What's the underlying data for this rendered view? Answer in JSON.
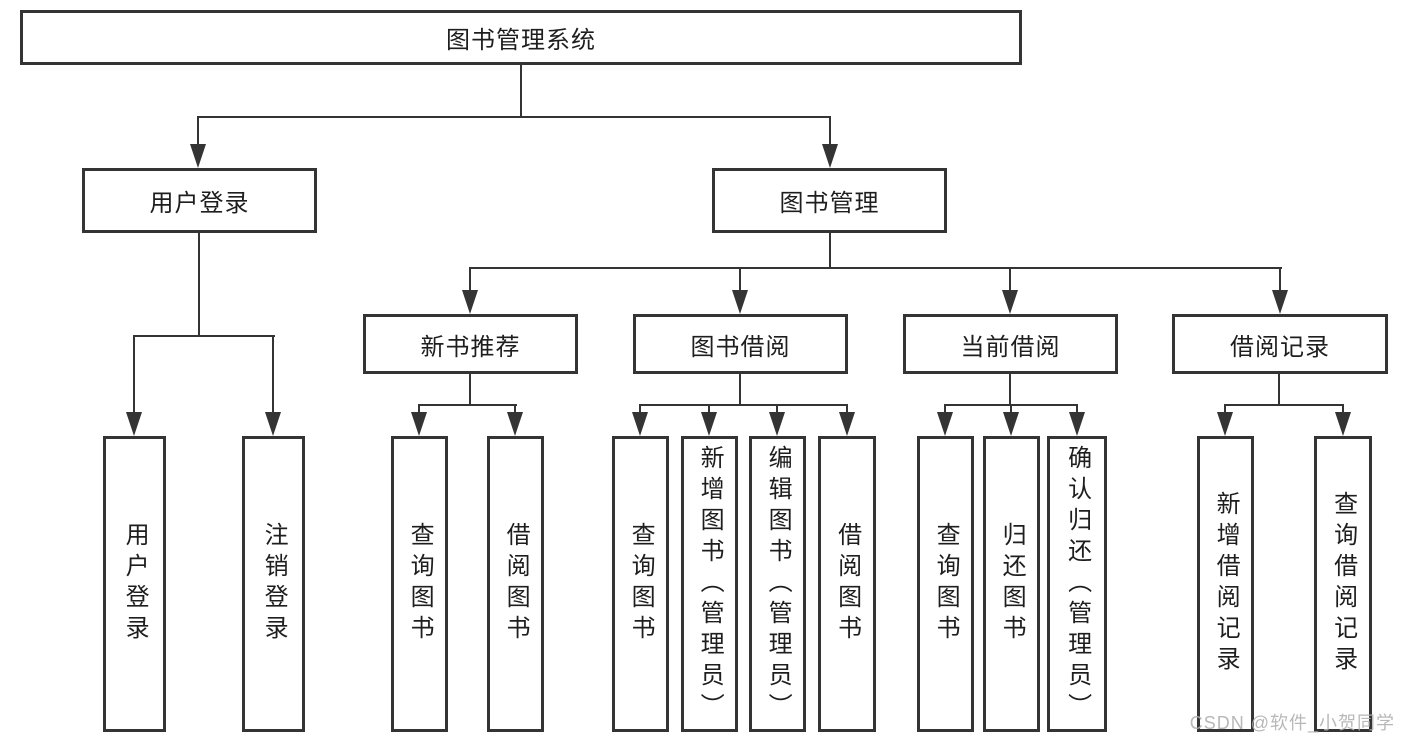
{
  "diagram_type": "hierarchy-tree",
  "tree": {
    "label": "图书管理系统",
    "children": [
      {
        "label": "用户登录",
        "children": [
          {
            "label": "用户登录"
          },
          {
            "label": "注销登录"
          }
        ]
      },
      {
        "label": "图书管理",
        "children": [
          {
            "label": "新书推荐",
            "children": [
              {
                "label": "查询图书"
              },
              {
                "label": "借阅图书"
              }
            ]
          },
          {
            "label": "图书借阅",
            "children": [
              {
                "label": "查询图书"
              },
              {
                "label": "新增图书（管理员）"
              },
              {
                "label": "编辑图书（管理员）"
              },
              {
                "label": "借阅图书"
              }
            ]
          },
          {
            "label": "当前借阅",
            "children": [
              {
                "label": "查询图书"
              },
              {
                "label": "归还图书"
              },
              {
                "label": "确认归还（管理员）"
              }
            ]
          },
          {
            "label": "借阅记录",
            "children": [
              {
                "label": "新增借阅记录"
              },
              {
                "label": "查询借阅记录"
              }
            ]
          }
        ]
      }
    ]
  },
  "watermark": {
    "text": "CSDN @软件_小贺同学"
  },
  "colors": {
    "background": "#ffffff",
    "line": "#343434",
    "box_border": "#343434",
    "text": "#1e1e1e",
    "watermark": "#b3b3b3"
  }
}
